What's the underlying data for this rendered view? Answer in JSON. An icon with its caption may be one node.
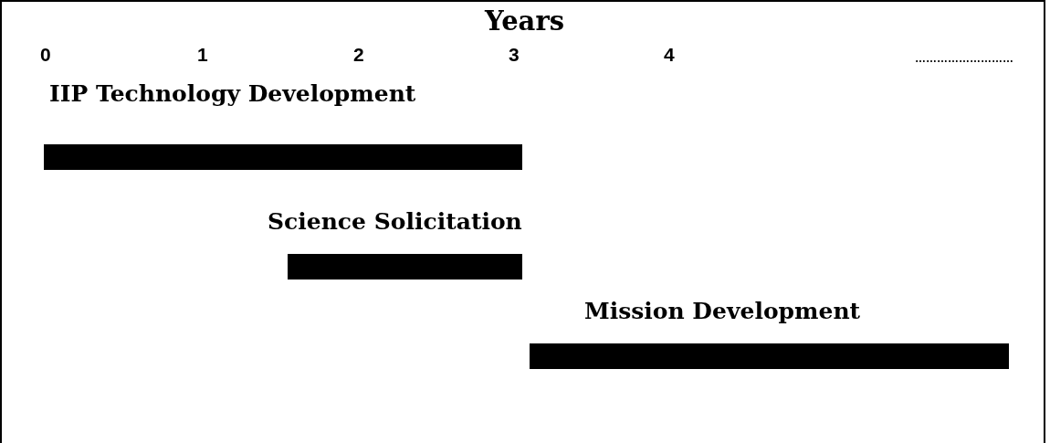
{
  "diagram": {
    "title": "Years",
    "nodes": [
      {
        "text": [
          "IIP Technology Development"
        ]
      },
      {
        "text": [
          "Science Solicitation"
        ]
      },
      {
        "text": [
          "Mission Development"
        ]
      }
    ],
    "labels": [
      "0",
      "1",
      "2",
      "3",
      "4",
      "………………………"
    ]
  }
}
